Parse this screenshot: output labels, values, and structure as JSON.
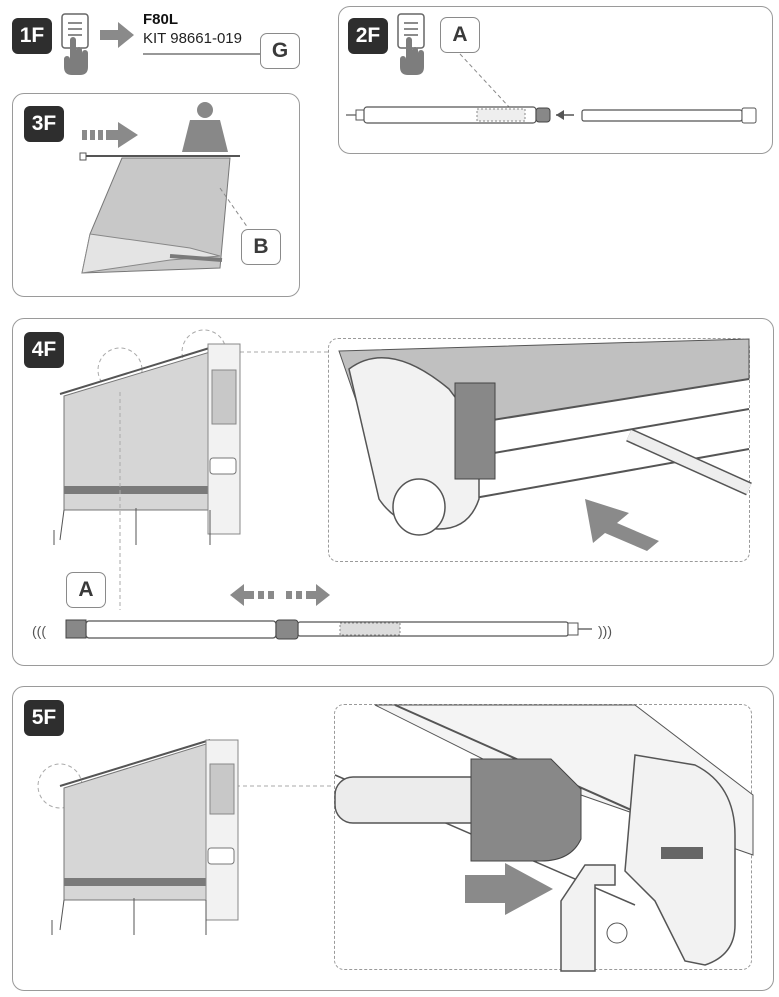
{
  "steps": {
    "s1": "1F",
    "s2": "2F",
    "s3": "3F",
    "s4": "4F",
    "s5": "5F"
  },
  "kit": {
    "model": "F80L",
    "code": "KIT 98661-019"
  },
  "callouts": {
    "g": "G",
    "a_step2": "A",
    "b": "B",
    "a_step4": "A"
  },
  "icons": {
    "manual": "manual-page-icon",
    "hand": "pointing-hand-icon",
    "arrow": "right-arrow-icon"
  },
  "colors": {
    "step_badge": "#2e2e2e",
    "line": "#555555",
    "fabric": "#c8c8c8",
    "fabric_band": "#7a7a7a",
    "arrow": "#8a8a8a"
  }
}
